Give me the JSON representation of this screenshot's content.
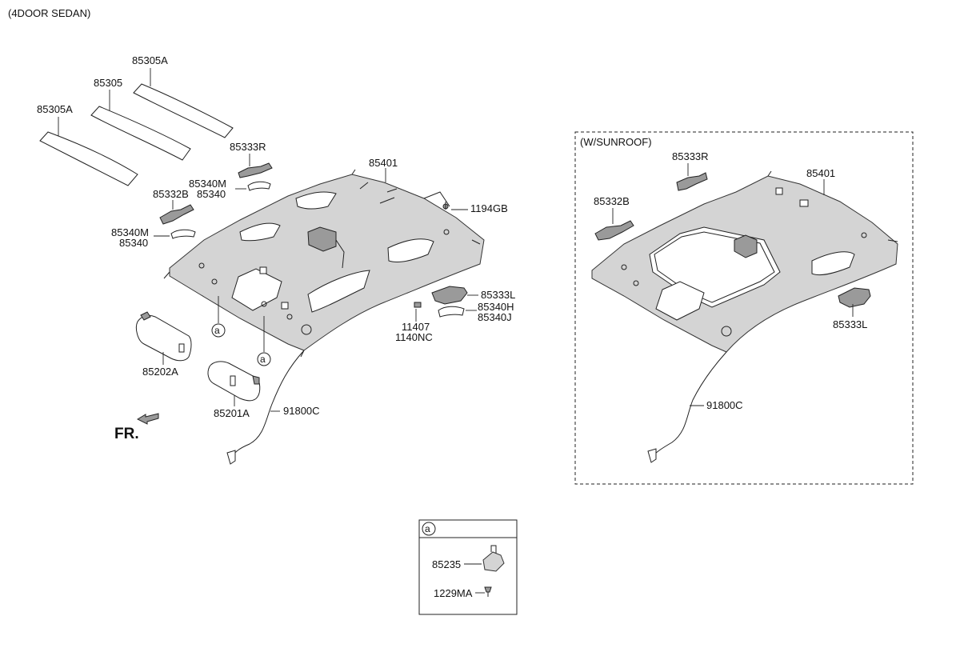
{
  "header": {
    "variant": "(4DOOR SEDAN)"
  },
  "sunroof_box": {
    "title": "(W/SUNROOF)"
  },
  "detail_box": {
    "marker": "a"
  },
  "direction": {
    "label": "FR."
  },
  "callouts": {
    "p85305A_top": "85305A",
    "p85305": "85305",
    "p85305A_left": "85305A",
    "p85333R": "85333R",
    "p85340M_a": "85340M",
    "p85340_a": "85340",
    "p85332B": "85332B",
    "p85340M_b": "85340M",
    "p85340_b": "85340",
    "p85401": "85401",
    "p1194GB": "1194GB",
    "p85333L": "85333L",
    "p85340H": "85340H",
    "p85340J": "85340J",
    "p11407": "11407",
    "p1140NC": "1140NC",
    "p85202A": "85202A",
    "p85201A": "85201A",
    "p91800C": "91800C",
    "marker_a1": "a",
    "marker_a2": "a",
    "s85333R": "85333R",
    "s85332B": "85332B",
    "s85401": "85401",
    "s85333L": "85333L",
    "s91800C": "91800C",
    "d85235": "85235",
    "d1229MA": "1229MA"
  },
  "colors": {
    "line": "#222222",
    "panel_fill": "#d4d4d4",
    "background": "#ffffff"
  }
}
